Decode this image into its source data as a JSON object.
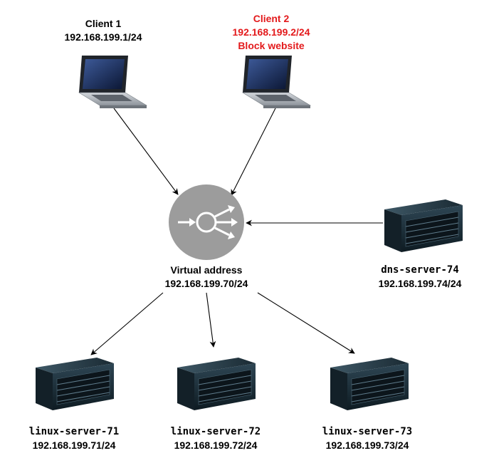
{
  "colors": {
    "highlight": "#e31a1c",
    "balancer": "#9c9c9c",
    "laptop_body": "#b9bec4",
    "server_body": "#1f3340",
    "arrow": "#000000"
  },
  "clients": [
    {
      "name": "Client 1",
      "ip": "192.168.199.1/24",
      "note": ""
    },
    {
      "name": "Client 2",
      "ip": "192.168.199.2/24",
      "note": "Block website"
    }
  ],
  "balancer": {
    "title": "Virtual address",
    "ip": "192.168.199.70/24",
    "icon": "load-balancer-icon"
  },
  "dns": {
    "name": "dns-server-74",
    "ip": "192.168.199.74/24",
    "icon": "server-icon"
  },
  "servers": [
    {
      "name": "linux-server-71",
      "ip": "192.168.199.71/24",
      "icon": "server-icon"
    },
    {
      "name": "linux-server-72",
      "ip": "192.168.199.72/24",
      "icon": "server-icon"
    },
    {
      "name": "linux-server-73",
      "ip": "192.168.199.73/24",
      "icon": "server-icon"
    }
  ]
}
